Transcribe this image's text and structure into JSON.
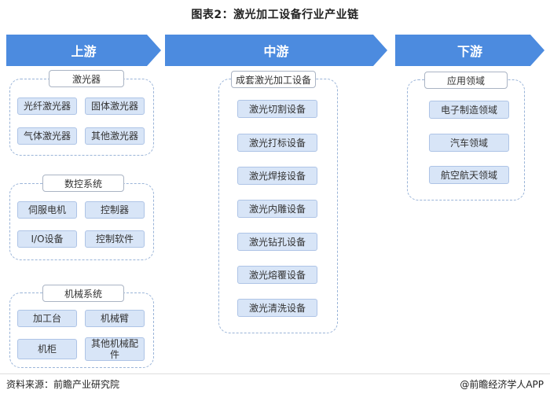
{
  "title": "图表2：激光加工设备行业产业链",
  "stages": {
    "upstream": "上游",
    "midstream": "中游",
    "downstream": "下游"
  },
  "upstream": {
    "lasers": {
      "label": "激光器",
      "items": [
        "光纤激光器",
        "固体激光器",
        "气体激光器",
        "其他激光器"
      ]
    },
    "cnc": {
      "label": "数控系统",
      "items": [
        "伺服电机",
        "控制器",
        "I/O设备",
        "控制软件"
      ]
    },
    "mechanical": {
      "label": "机械系统",
      "items": [
        "加工台",
        "机械臂",
        "机柜",
        "其他机械配件"
      ]
    }
  },
  "midstream": {
    "label": "成套激光加工设备",
    "items": [
      "激光切割设备",
      "激光打标设备",
      "激光焊接设备",
      "激光内雕设备",
      "激光钻孔设备",
      "激光熔覆设备",
      "激光清洗设备"
    ]
  },
  "downstream": {
    "label": "应用领域",
    "items": [
      "电子制造领域",
      "汽车领域",
      "航空航天领域"
    ]
  },
  "footer": {
    "source": "资料来源：前瞻产业研究院",
    "brand": "@前瞻经济学人APP"
  },
  "colors": {
    "arrow": "#4c8bdf",
    "box_fill": "#d8e5f7",
    "group_border": "#9ab4d8"
  }
}
